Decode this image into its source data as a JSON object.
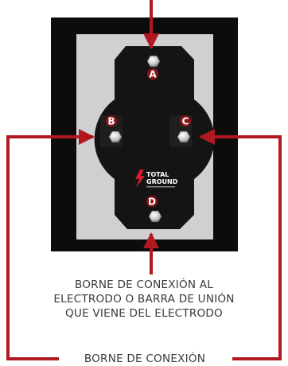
{
  "colors": {
    "accent_red": "#b21820",
    "frame_black": "#0c0c0c",
    "plate_grey": "#cfd0d2",
    "body_black": "#141414",
    "caption_text": "#3a3a3a"
  },
  "terminals": [
    {
      "letter": "A"
    },
    {
      "letter": "B"
    },
    {
      "letter": "C"
    },
    {
      "letter": "D"
    }
  ],
  "logo": {
    "line1": "TOTAL",
    "line2": "GROUND",
    "icon": "lightning-bolt-icon"
  },
  "captions": {
    "main_lines": [
      "BORNE DE CONEXIÓN AL",
      "ELECTRODO O BARRA DE UNIÓN",
      "QUE VIENE DEL ELECTRODO"
    ],
    "bottom": "BORNE DE CONEXIÓN"
  }
}
